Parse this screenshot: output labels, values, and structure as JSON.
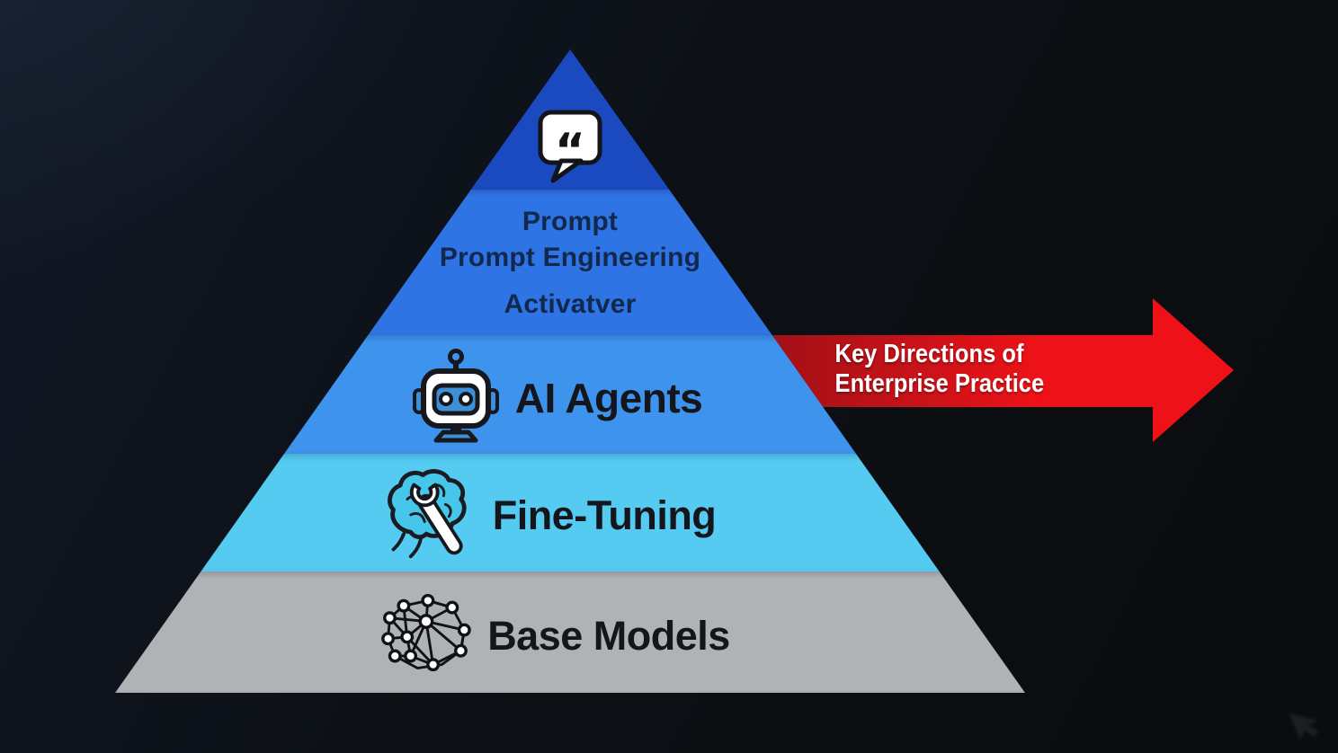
{
  "background": {
    "base": "#0b0d10",
    "tint": "#192434"
  },
  "pyramid": {
    "layers": [
      {
        "key": "apex",
        "icon": "quote-icon",
        "glyph": "“",
        "color": "#1b49c0"
      },
      {
        "key": "prompting",
        "color": "#2e74e4",
        "text_color": "#12294d",
        "lines": [
          "Prompt",
          "Prompt Engineering",
          "Activatver"
        ]
      },
      {
        "key": "ai-agents",
        "icon": "robot-icon",
        "label": "AI Agents",
        "color": "#3e93ec"
      },
      {
        "key": "fine-tuning",
        "icon": "brain-wrench-icon",
        "label": "Fine-Tuning",
        "color": "#55cbf2"
      },
      {
        "key": "base-models",
        "icon": "network-icon",
        "label": "Base Models",
        "color": "#b0b3b6"
      }
    ]
  },
  "arrow": {
    "lines": [
      "Key Directions of",
      "Enterprise Practice"
    ],
    "color": "#ee1218",
    "dark_color": "#9b1016",
    "text_color": "#ffffff"
  }
}
